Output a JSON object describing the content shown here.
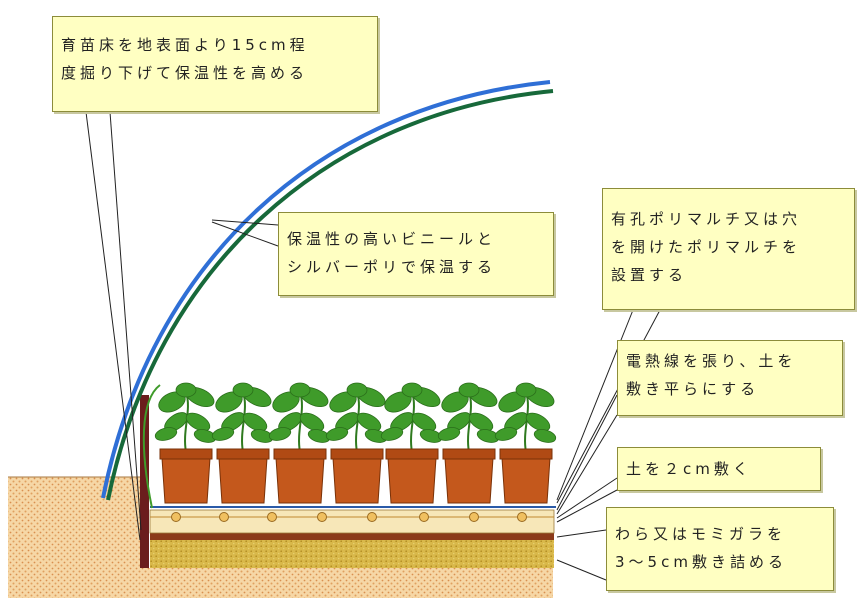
{
  "callouts": {
    "dig": {
      "line1": "育苗床を地表面より15cm程",
      "line2": "度掘り下げて保温性を高める"
    },
    "vinyl": {
      "line1": "保温性の高いビニールと",
      "line2": "シルバーポリで保温する"
    },
    "mulch": {
      "line1": "有孔ポリマルチ又は穴",
      "line2": "を開けたポリマルチを",
      "line3": "設置する"
    },
    "heat": {
      "line1": "電熱線を張り、土を",
      "line2": "敷き平らにする"
    },
    "soil": {
      "line1": "土を２cm敷く"
    },
    "straw": {
      "line1": "わら又はモミガラを",
      "line2": "3～5cm敷き詰める"
    }
  },
  "colors": {
    "callout_fill": "#ffffc2",
    "ground": "#f6d7a6",
    "ground_dots": "#e0a060",
    "straw_layer": "#d9b84a",
    "soil_layer": "#f7e7b8",
    "pot": "#c4581c",
    "plant": "#3f9b2a",
    "film_blue": "#2f6fd6",
    "film_green": "#17693a",
    "wall": "#6b1d1d"
  },
  "icons": [
    "tomato-seedling-icon",
    "flower-pot-icon",
    "heating-cable-icon"
  ]
}
